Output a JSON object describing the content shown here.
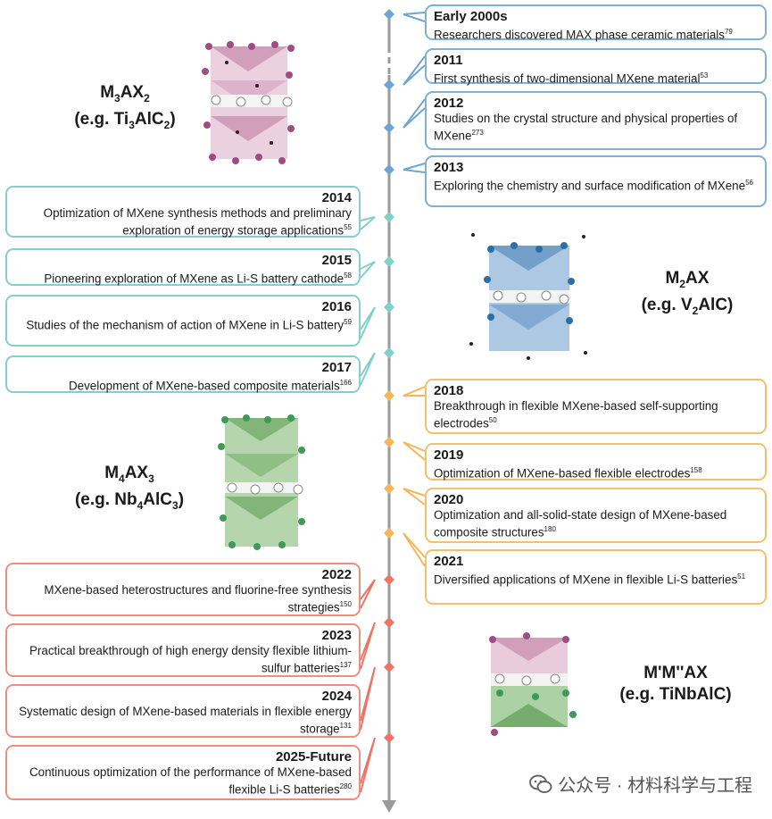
{
  "events": [
    {
      "year": "Early 2000s",
      "text": "Researchers discovered MAX phase ceramic materials",
      "ref": "79",
      "side": "right",
      "era": "blue"
    },
    {
      "year": "2011",
      "text": "First synthesis of two-dimensional MXene material",
      "ref": "53",
      "side": "right",
      "era": "blue"
    },
    {
      "year": "2012",
      "text": "Studies on the crystal structure and physical properties of MXene",
      "ref": "273",
      "side": "right",
      "era": "blue"
    },
    {
      "year": "2013",
      "text": "Exploring the chemistry and surface modification of MXene",
      "ref": "56",
      "side": "right",
      "era": "blue"
    },
    {
      "year": "2014",
      "text": "Optimization of MXene synthesis methods and preliminary exploration of energy storage applications",
      "ref": "55",
      "side": "left",
      "era": "teal"
    },
    {
      "year": "2015",
      "text": "Pioneering exploration of MXene as Li-S battery cathode",
      "ref": "58",
      "side": "left",
      "era": "teal"
    },
    {
      "year": "2016",
      "text": "Studies of the mechanism of action of MXene in Li-S battery",
      "ref": "59",
      "side": "left",
      "era": "teal"
    },
    {
      "year": "2017",
      "text": "Development of MXene-based composite materials",
      "ref": "166",
      "side": "left",
      "era": "teal"
    },
    {
      "year": "2018",
      "text": "Breakthrough in flexible MXene-based self-supporting electrodes",
      "ref": "50",
      "side": "right",
      "era": "orange"
    },
    {
      "year": "2019",
      "text": "Optimization of MXene-based flexible electrodes",
      "ref": "158",
      "side": "right",
      "era": "orange"
    },
    {
      "year": "2020",
      "text": "Optimization and all-solid-state design of MXene-based composite structures",
      "ref": "180",
      "side": "right",
      "era": "orange"
    },
    {
      "year": "2021",
      "text": "Diversified applications of MXene in flexible Li-S batteries",
      "ref": "51",
      "side": "right",
      "era": "orange"
    },
    {
      "year": "2022",
      "text": "MXene-based heterostructures and fluorine-free synthesis strategies",
      "ref": "150",
      "side": "left",
      "era": "red"
    },
    {
      "year": "2023",
      "text": "Practical breakthrough of high energy density flexible lithium-sulfur batteries",
      "ref": "137",
      "side": "left",
      "era": "red"
    },
    {
      "year": "2024",
      "text": "Systematic design of MXene-based materials in flexible energy storage",
      "ref": "131",
      "side": "left",
      "era": "red"
    },
    {
      "year": "2025-Future",
      "text": "Continuous optimization of the performance of MXene-based flexible Li-S batteries",
      "ref": "280",
      "side": "left",
      "era": "red"
    }
  ],
  "colors": {
    "blue": "#6ea6d2",
    "teal": "#7fd0c9",
    "orange": "#f5b559",
    "red": "#ee7467",
    "axis": "#9a9a9a"
  },
  "crystals": {
    "m3ax2": {
      "formula": "M3AX2",
      "example": "(e.g. Ti3AlC2)",
      "icon": "crystal-pink-icon"
    },
    "m2ax": {
      "formula": "M2AX",
      "example": "(e.g. V2AlC)",
      "icon": "crystal-blue-icon"
    },
    "m4ax3": {
      "formula": "M4AX3",
      "example": "(e.g. Nb4AlC3)",
      "icon": "crystal-green-icon"
    },
    "mmax": {
      "formula": "M'M''AX",
      "example": "(e.g. TiNbAlC)",
      "icon": "crystal-pinkgreen-icon"
    }
  },
  "watermark": "公众号 · 材料科学与工程"
}
